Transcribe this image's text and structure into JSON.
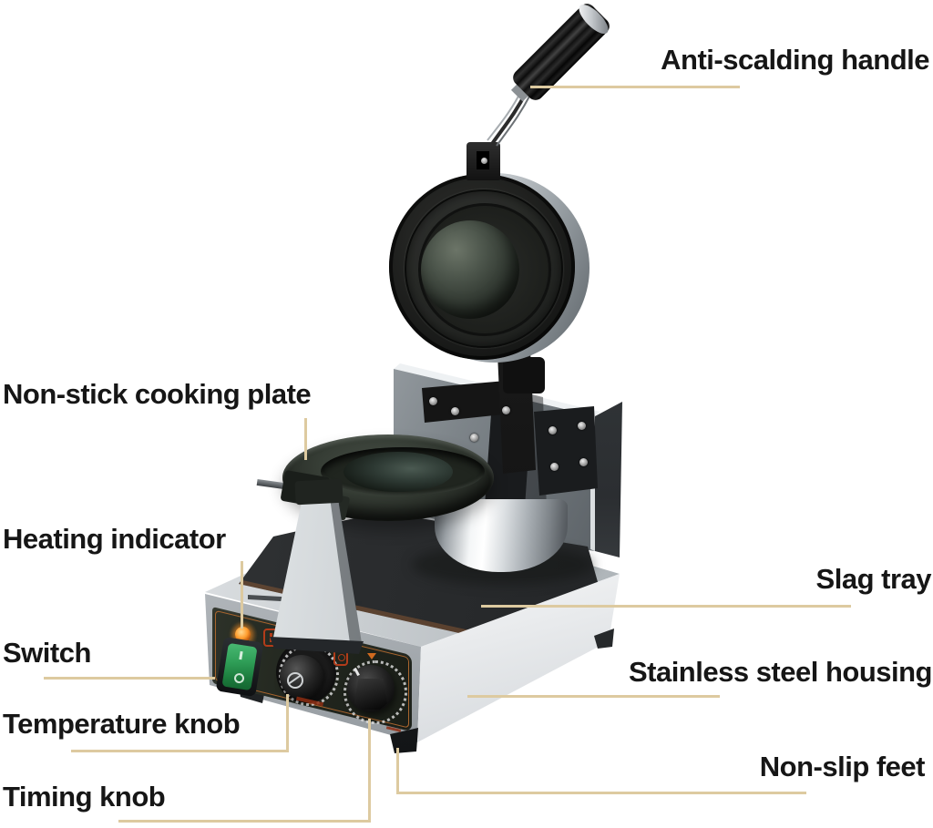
{
  "labels": {
    "anti_scalding_handle": "Anti-scalding handle",
    "non_stick_cooking_plate": "Non-stick cooking plate",
    "heating_indicator": "Heating indicator",
    "switch": "Switch",
    "temperature_knob": "Temperature knob",
    "timing_knob": "Timing knob",
    "slag_tray": "Slag tray",
    "stainless_steel_housing": "Stainless steel housing",
    "non_slip_feet": "Non-slip feet"
  },
  "annotation": {
    "line_color": "#ddcaa0",
    "text_color": "#161616"
  },
  "machine": {
    "icons": {
      "indicator": "indicator-light",
      "heating": "heating-icon",
      "timer": "timer-icon",
      "power": "power-switch"
    },
    "colors": {
      "panel": "#22271f",
      "pinstripe": "#a9652e",
      "switch_green": "#2f9e57",
      "indicator_orange": "#ff9d2e",
      "steel": "#d9dde0",
      "plate_black": "#1b1d1b"
    }
  }
}
